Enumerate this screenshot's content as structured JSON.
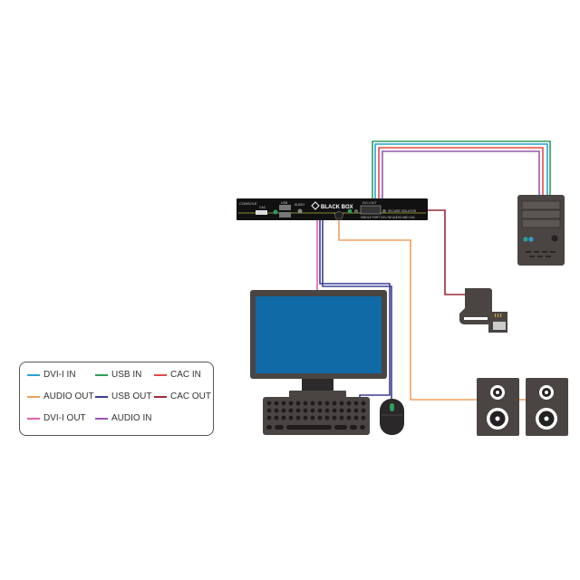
{
  "device": {
    "brand": "BLACK BOX",
    "console_label": "CONSOLE",
    "cac_label": "CAC",
    "usb_label": "USB",
    "audio_label": "AUDIO",
    "dvi_label": "DVI-I OUT",
    "isolator_label": "SECURE ISOLATOR",
    "model_label": "SINGLE PORT DVI-I W/ AUDIO AND CAC"
  },
  "colors": {
    "dvi_in": "#2a9fd6",
    "usb_in": "#2e9e5b",
    "cac_in": "#e24a4a",
    "audio_out": "#f0a060",
    "usb_out": "#3b3f94",
    "cac_out": "#9c2a35",
    "dvi_out": "#e65fa8",
    "audio_in": "#9a55b0",
    "device_gray": "#4a4542",
    "screen": "#0f6aa6"
  },
  "legend": {
    "items": [
      {
        "label": "DVI-I IN",
        "color": "#2a9fd6"
      },
      {
        "label": "USB IN",
        "color": "#2e9e5b"
      },
      {
        "label": "CAC IN",
        "color": "#e24a4a"
      },
      {
        "label": "AUDIO OUT",
        "color": "#f0a060"
      },
      {
        "label": "USB OUT",
        "color": "#3b3f94"
      },
      {
        "label": "CAC OUT",
        "color": "#9c2a35"
      },
      {
        "label": "DVI-I OUT",
        "color": "#e65fa8"
      },
      {
        "label": "AUDIO IN",
        "color": "#9a55b0"
      }
    ]
  }
}
